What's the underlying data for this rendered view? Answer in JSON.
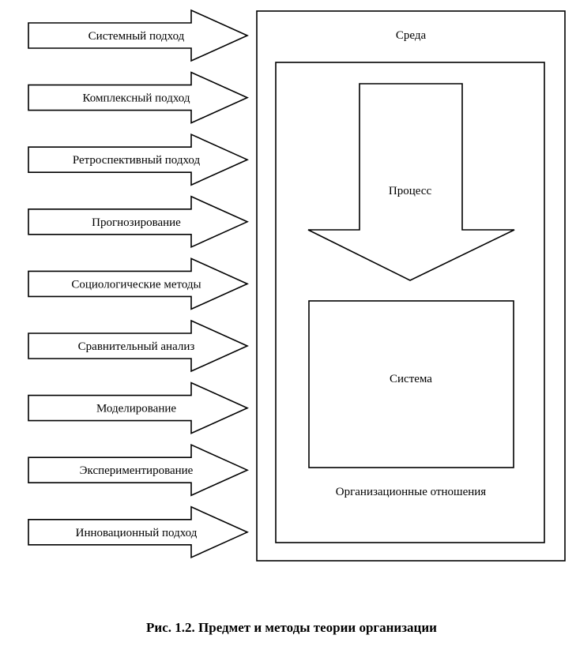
{
  "methods": [
    "Системный подход",
    "Комплексный подход",
    "Ретроспективный подход",
    "Прогнозирование",
    "Социологические методы",
    "Сравнительный анализ",
    "Моделирование",
    "Экспериментирование",
    "Инновационный подход"
  ],
  "environment_label": "Среда",
  "process_label": "Процесс",
  "system_label": "Система",
  "relations_label": "Организационные отношения",
  "caption": "Рис. 1.2. Предмет и методы теории организации",
  "colors": {
    "ink": "#000000",
    "background": "#ffffff"
  }
}
